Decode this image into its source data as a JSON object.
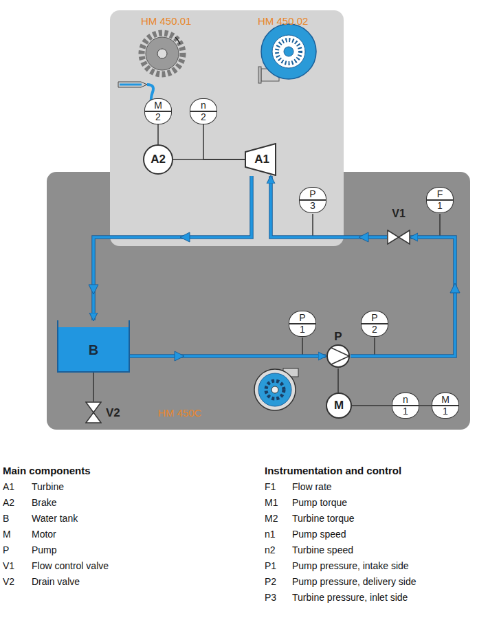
{
  "diagram": {
    "nodes": [
      {
        "text": [
          "HM 450.01",
          "HM 450.02"
        ]
      },
      {
        "text": [
          "HM 450C"
        ]
      },
      {
        "text": [
          "M",
          "2"
        ],
        "in": 0
      },
      {
        "text": [
          "n",
          "2"
        ],
        "in": 0
      },
      {
        "text": [
          "A2"
        ],
        "in": 0
      },
      {
        "text": [
          "A1"
        ],
        "in": 0
      },
      {
        "text": [
          "P",
          "3"
        ],
        "in": 0
      },
      {
        "text": [
          "F",
          "1"
        ],
        "in": 1
      },
      {
        "text": [
          "V1"
        ],
        "in": 1
      },
      {
        "text": [
          "B"
        ],
        "in": 1
      },
      {
        "text": [
          "V2"
        ],
        "in": 1
      },
      {
        "text": [
          "P",
          "1"
        ],
        "in": 1
      },
      {
        "text": [
          "P"
        ],
        "in": 1
      },
      {
        "text": [
          "P",
          "2"
        ],
        "in": 1
      },
      {
        "text": [
          "M"
        ],
        "in": 1
      },
      {
        "text": [
          "n",
          "1"
        ],
        "in": 1
      },
      {
        "text": [
          "M",
          "1"
        ],
        "in": 1
      }
    ],
    "edges": [
      {
        "from": 2,
        "to": 4,
        "arrow": "none"
      },
      {
        "from": 3,
        "to": 5,
        "arrow": "none"
      },
      {
        "from": 4,
        "to": 5,
        "arrow": "none"
      },
      {
        "from": 5,
        "to": 9,
        "arrow": "to"
      },
      {
        "from": 9,
        "to": 12,
        "arrow": "to"
      },
      {
        "from": 12,
        "to": 8,
        "arrow": "to"
      },
      {
        "from": 8,
        "to": 5,
        "arrow": "to"
      },
      {
        "from": 12,
        "to": 14,
        "arrow": "none"
      },
      {
        "from": 14,
        "to": 15,
        "arrow": "none"
      },
      {
        "from": 15,
        "to": 16,
        "arrow": "none"
      },
      {
        "from": 9,
        "to": 10,
        "arrow": "none"
      }
    ],
    "labels": [
      "Main components",
      "A1",
      "Turbine",
      "A2",
      "Brake",
      "B",
      "Water tank",
      "M",
      "Motor",
      "P",
      "Pump",
      "V1",
      "Flow control valve",
      "V2",
      "Drain valve",
      "Instrumentation and control",
      "F1",
      "Flow rate",
      "M1",
      "Pump torque",
      "M2",
      "Turbine torque",
      "n1",
      "Pump speed",
      "n2",
      "Turbine speed",
      "P1",
      "Pump pressure, intake side",
      "P2",
      "Pump pressure, delivery side",
      "P3",
      "Turbine pressure, inlet side"
    ]
  }
}
